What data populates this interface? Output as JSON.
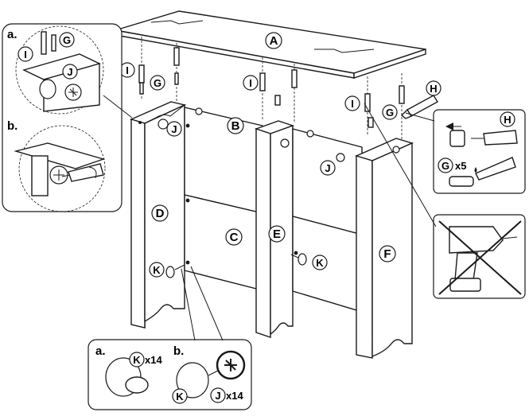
{
  "parts": {
    "A": "A",
    "B": "B",
    "C": "C",
    "D": "D",
    "E": "E",
    "F": "F",
    "G": "G",
    "H": "H",
    "I": "I",
    "J": "J",
    "K": "K"
  },
  "steps": {
    "a_top": "a.",
    "b_top": "b.",
    "a_bottom": "a.",
    "b_bottom": "b."
  },
  "quantities": {
    "g_x5": "x5",
    "k_x14": "x14",
    "j_x14": "x14"
  },
  "icons": {
    "drill": "no-power-drill-icon",
    "cam_lock": "cam-lock-icon",
    "screwdriver": "screwdriver-icon",
    "glue": "glue-bottle-icon"
  }
}
